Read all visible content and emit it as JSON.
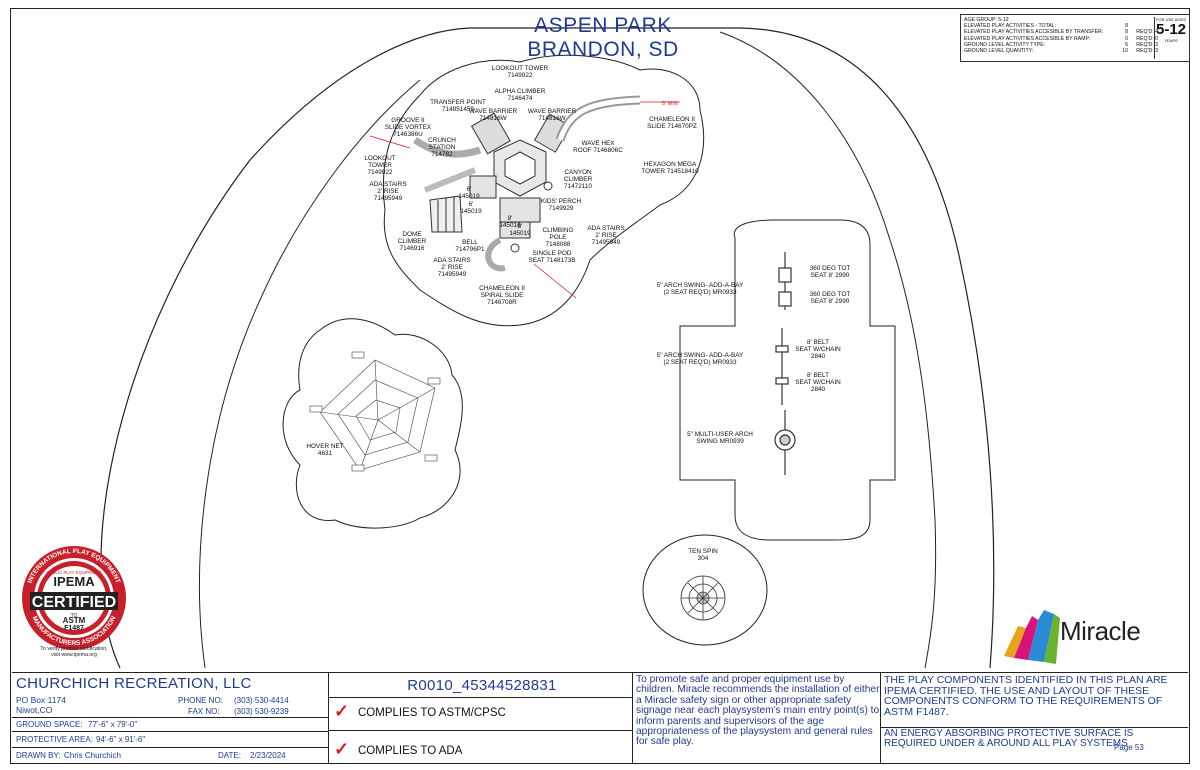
{
  "title": {
    "line1": "ASPEN PARK",
    "line2": "BRANDON, SD"
  },
  "age_table": {
    "header": "AGE GROUP: 5-12",
    "rows": [
      {
        "label": "ELEVATED PLAY ACTIVITIES - TOTAL:",
        "value": "8",
        "req": ""
      },
      {
        "label": "ELEVATED PLAY ACTIVITIES ACCESIBLE BY TRANSFER:",
        "value": "8",
        "req": "REQ'D: 4"
      },
      {
        "label": "ELEVATED PLAY ACTIVITIES ACCESIBLE BY RAMP:",
        "value": "0",
        "req": "REQ'D: 0"
      },
      {
        "label": "GROUND LEVEL ACTIVITY TYPE:",
        "value": "6",
        "req": "REQ'D: 3"
      },
      {
        "label": "GROUND LEVEL QUANTITY:",
        "value": "10",
        "req": "REQ'D: 3"
      }
    ],
    "badge_top": "FOR USE AGES",
    "badge_age": "5-12",
    "badge_bottom": "YEARS"
  },
  "labels": {
    "lookout_tower_top": "LOOKOUT TOWER 7149922",
    "alpha_climber": "ALPHA CLIMBER 7146474",
    "transfer_point": "TRANSFER POINT 714851459",
    "wave_barrier_1": "WAVE BARRIER 714816W",
    "wave_barrier_2": "WAVE BARRIER 714816W",
    "groove_slide": "GROOVE II SLIDE VORTEX 7146386U",
    "crunch_station": "CRUNCH STATION 714782",
    "lookout_tower_left": "LOOKOUT TOWER 7149922",
    "ada_stairs_left": "ADA STAIRS 2' RISE 71495949",
    "dome_climber": "DOME CLIMBER 7146916",
    "ada_stairs_bottom": "ADA STAIRS 2' RISE 71495949",
    "bell": "BELL 714796P1",
    "chameleon_spiral": "CHAMELEON II SPIRAL SLIDE 7146708R",
    "single_pod_seat": "SINGLE POD SEAT 7148173B",
    "climbing_pole": "CLIMBING POLE 7148088",
    "ada_stairs_right": "ADA STAIRS 2' RISE 71495949",
    "kids_perch": "KIDS' PERCH 7149929",
    "canyon_climber": "CANYON CLIMBER 71472110",
    "wave_hex_roof": "WAVE HEX ROOF 7146806C",
    "hexagon_mega_tower": "HEXAGON MEGA TOWER 714518410",
    "chameleon_slide": "CHAMELEON II SLIDE 714670PZ",
    "min_clearance": "8' MIN",
    "deck_1": "6' 145019",
    "deck_2": "6' 145019",
    "deck_3": "8' 145016",
    "deck_4": "8' 145019",
    "arch_swing_1": "5\" ARCH SWING- ADD-A-BAY (2 SEAT REQ'D) MR0933",
    "arch_swing_2": "5\" ARCH SWING- ADD-A-BAY (2 SEAT REQ'D) MR0933",
    "tot_seat_1": "360 DEG TOT SEAT 8' 2990",
    "tot_seat_2": "360 DEG TOT SEAT 8' 2990",
    "belt_seat_1": "8' BELT SEAT W/CHAIN 2840",
    "belt_seat_2": "8' BELT SEAT W/CHAIN 2840",
    "multi_user_swing": "5\" MULTI-USER ARCH SWING MR0939",
    "hover_net": "HOVER NET 4631",
    "ten_spin": "TEN SPIN 304"
  },
  "ipema": {
    "ring_top": "INTERNATIONAL PLAY EQUIPMENT",
    "ring_bottom": "MANUFACTURERS ASSOCIATION",
    "inner_top": "PUBLIC PLAY EQUIPMENT",
    "brand": "IPEMA",
    "certified": "CERTIFIED",
    "to": "TO",
    "standard": "ASTM",
    "number": "F1487",
    "note_line1": "To verify product certification,",
    "note_line2": "visit www.ipema.org"
  },
  "logo": {
    "name": "Miracle"
  },
  "title_block": {
    "company": "CHURCHICH RECREATION, LLC",
    "address1": "PO Box 1174",
    "address2": "Niwot,CO",
    "phone_label": "PHONE NO:",
    "phone": "(303) 530-4414",
    "fax_label": "FAX NO:",
    "fax": "(303) 530-9239",
    "ground_space_label": "GROUND SPACE:",
    "ground_space": "77'-6\" x 79'-0\"",
    "protective_label": "PROTECTIVE AREA:",
    "protective": "94'-6\" x 91'-6\"",
    "drawn_by_label": "DRAWN BY:",
    "drawn_by": "Chris Churchich",
    "date_label": "DATE:",
    "date": "2/23/2024",
    "project_code": "R0010_45344528831",
    "complies_1": "COMPLIES TO ASTM/CPSC",
    "complies_2": "COMPLIES TO ADA",
    "check_mark": "✓",
    "safety_notice": "To promote safe and proper equipment use by children. Miracle recommends the installation of either a Miracle safety sign or other appropriate safety signage near each playsystem's main entry point(s) to inform parents and supervisors of the age appropriateness of the playsystem and general rules for safe play.",
    "certification_note": "THE PLAY COMPONENTS IDENTIFIED IN THIS PLAN ARE IPEMA CERTIFIED. THE USE AND LAYOUT OF THESE COMPONENTS CONFORM TO THE REQUIREMENTS OF ASTM F1487.",
    "surface_note": "AN ENERGY ABSORBING PROTECTIVE SURFACE IS REQUIRED UNDER & AROUND ALL PLAY SYSTEMS",
    "page": "Page 53"
  }
}
